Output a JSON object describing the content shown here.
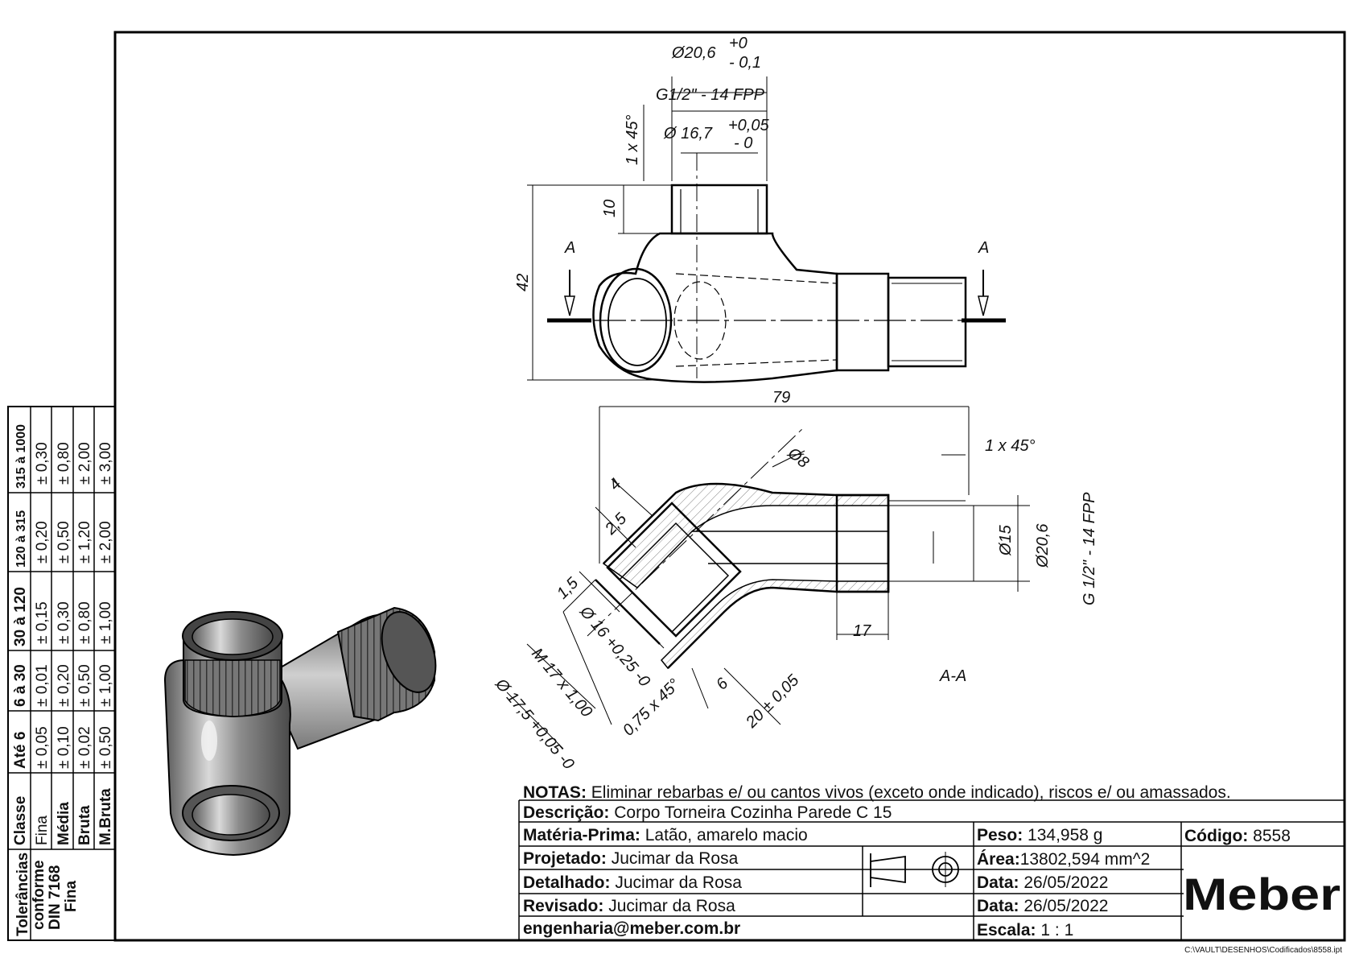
{
  "notes": {
    "label": "NOTAS:",
    "text": "Eliminar rebarbas e/ ou cantos vivos (exceto onde indicado), riscos e/ ou amassados."
  },
  "title_block": {
    "descricao_label": "Descrição:",
    "descricao_value": "Corpo Torneira Cozinha Parede C 15",
    "materia_label": "Matéria-Prima:",
    "materia_value": "Latão, amarelo macio",
    "peso_label": "Peso:",
    "peso_value": "134,958 g",
    "codigo_label": "Código:",
    "codigo_value": "8558",
    "projetado_label": "Projetado:",
    "projetado_value": "Jucimar da Rosa",
    "detalhado_label": "Detalhado:",
    "detalhado_value": "Jucimar da Rosa",
    "revisado_label": "Revisado:",
    "revisado_value": "Jucimar da Rosa",
    "email": "engenharia@meber.com.br",
    "area_label": "Área:",
    "area_value": "13802,594 mm^2",
    "data1_label": "Data:",
    "data1_value": "26/05/2022",
    "data2_label": "Data:",
    "data2_value": "26/05/2022",
    "escala_label": "Escala:",
    "escala_value": "1 : 1",
    "logo": "Meber"
  },
  "file_path": "C:\\VAULT\\DESENHOS\\Codificados\\8558.ipt",
  "tolerance_table": {
    "side_label_lines": [
      "Tolerâncias",
      "conforme",
      "DIN 7168",
      "Fina"
    ],
    "header_label": "Classe",
    "ranges": [
      "Até 6",
      "6 à 30",
      "30 à 120",
      "120 à 315",
      "315 à 1000"
    ],
    "rows": [
      {
        "classe": "Fina",
        "values": [
          "± 0,05",
          "± 0,01",
          "± 0,15",
          "± 0,20",
          "± 0,30"
        ]
      },
      {
        "classe": "Média",
        "values": [
          "± 0,10",
          "± 0,20",
          "± 0,30",
          "± 0,50",
          "± 0,80"
        ]
      },
      {
        "classe": "Bruta",
        "values": [
          "± 0,02",
          "± 0,50",
          "± 0,80",
          "± 1,20",
          "± 2,00"
        ]
      },
      {
        "classe": "M.Bruta",
        "values": [
          "± 0,50",
          "± 1,00",
          "± 1,00",
          "± 2,00",
          "± 3,00"
        ]
      }
    ]
  },
  "top_view": {
    "dim_dia_outer": "Ø20,6",
    "dim_dia_outer_tol_upper": "+0",
    "dim_dia_outer_tol_lower": "- 0,1",
    "dim_thread": "G1/2\" - 14 FPP",
    "dim_dia_inner": "Ø 16,7",
    "dim_dia_inner_tol_upper": "+0,05",
    "dim_dia_inner_tol_lower": "- 0",
    "dim_chamfer": "1 x 45°",
    "dim_10": "10",
    "dim_42": "42",
    "section_mark_left": "A",
    "section_mark_right": "A"
  },
  "section_view": {
    "dim_79": "79",
    "dim_chamfer": "1 x 45°",
    "dim_dia8": "Ø8",
    "dim_4": "4",
    "dim_2_5": "2,5",
    "dim_1_5": "1,5",
    "dim_dia15": "Ø15",
    "dim_dia20_6": "Ø20,6",
    "dim_thread": "G 1/2\" - 14 FPP",
    "dim_17": "17",
    "dim_dia16": "Ø 16 +0,25 -0",
    "dim_m17": "M 17 x 1,00",
    "dim_dia17_5": "Ø 17,5 +0,05 -0",
    "dim_chamfer2": "0,75 x 45°",
    "dim_6": "6",
    "dim_20": "20 ± 0,05",
    "section_label": "A-A"
  }
}
